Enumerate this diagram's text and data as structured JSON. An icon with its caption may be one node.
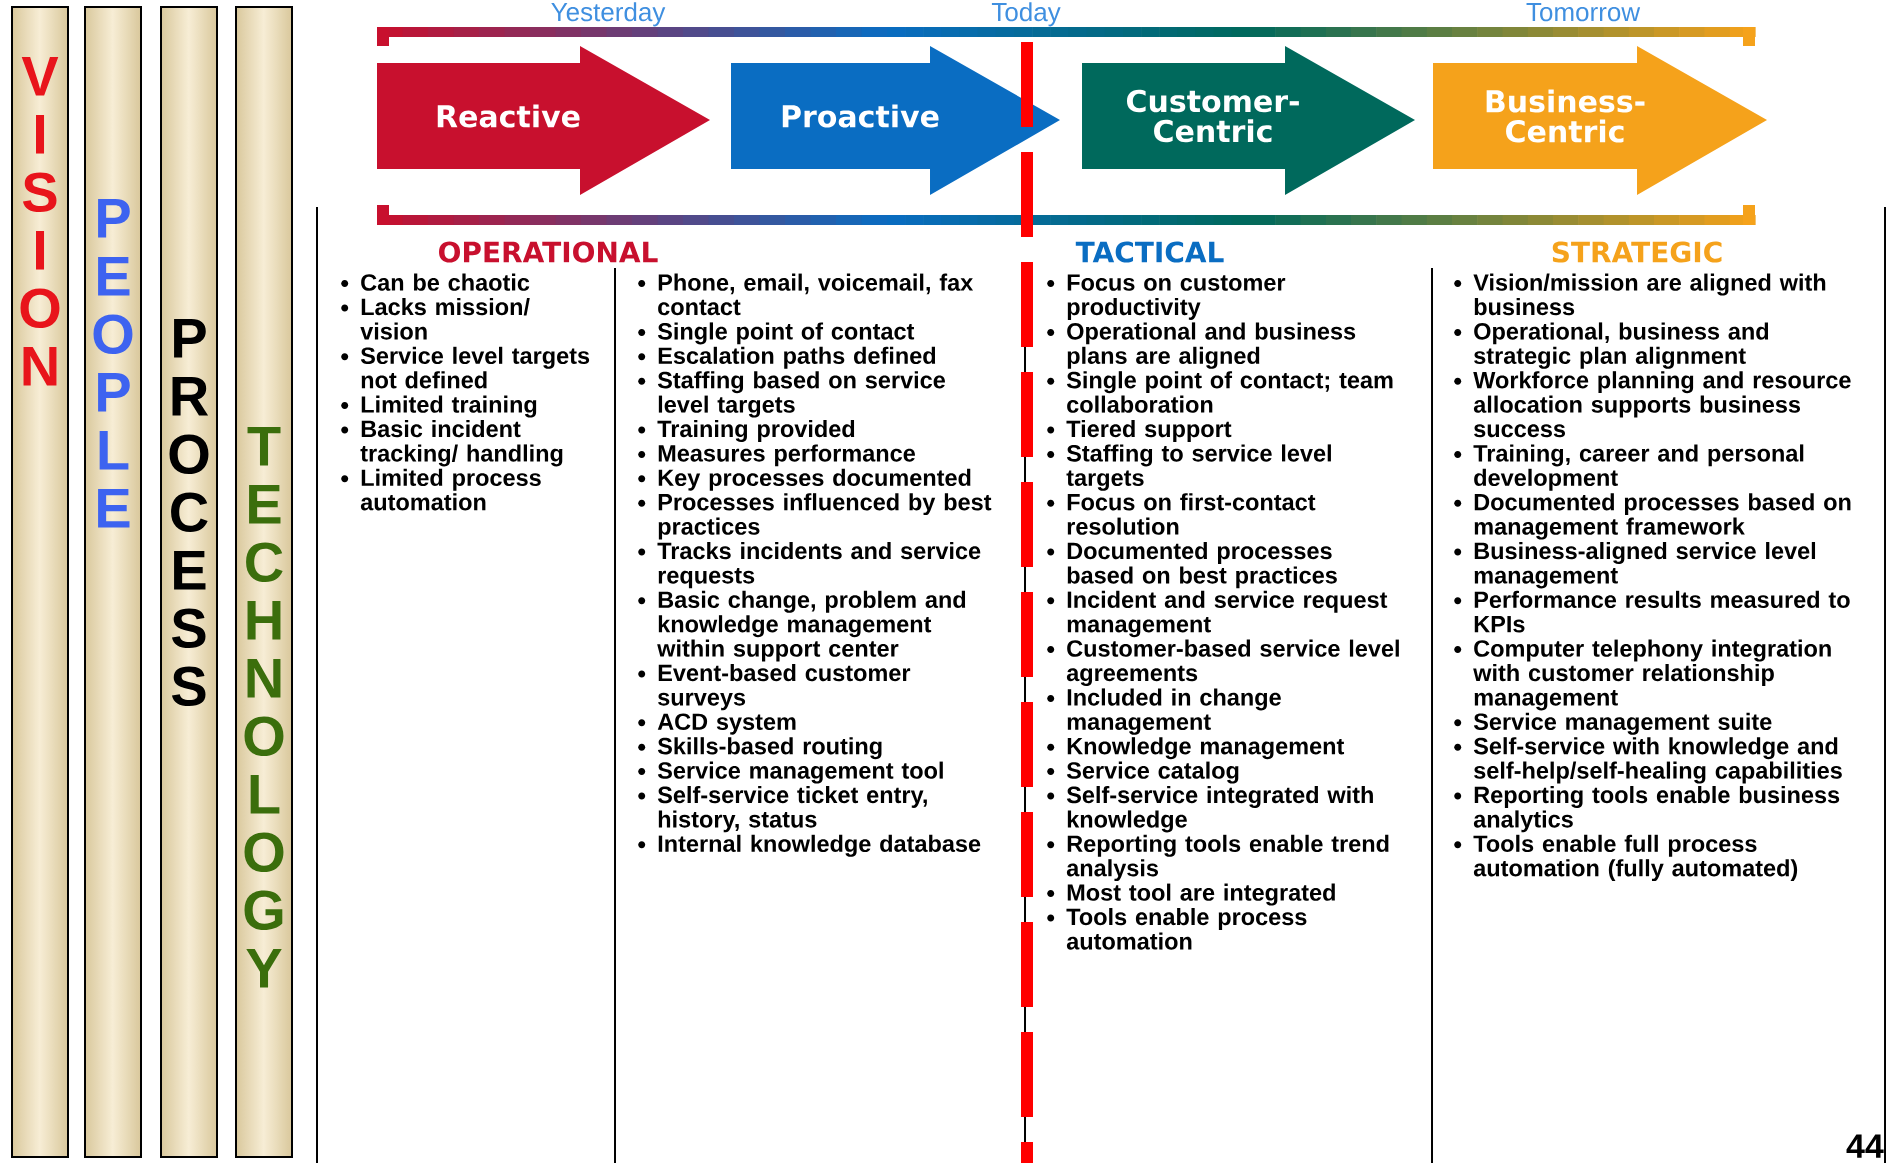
{
  "diagram": {
    "nodes": [
      {
        "text": [
          "VISION"
        ]
      },
      {
        "text": [
          "PEOPLE"
        ]
      },
      {
        "text": [
          "PROCESS"
        ]
      },
      {
        "text": [
          "TECHNOLOGY"
        ]
      },
      {
        "text": [
          "Reactive"
        ]
      },
      {
        "text": [
          "Proactive"
        ]
      },
      {
        "text": [
          "Customer-Centric"
        ]
      },
      {
        "text": [
          "Business-Centric"
        ]
      }
    ],
    "labels": [
      "Yesterday",
      "Today",
      "Tomorrow",
      "OPERATIONAL",
      "TACTICAL",
      "STRATEGIC",
      "Can be chaotic",
      "Lacks mission/ vision",
      "Service level targets not defined",
      "Limited training",
      "Basic incident tracking/ handling",
      "Limited process automation",
      "Phone, email, voicemail, fax contact",
      "Single point of contact",
      "Escalation paths defined",
      "Staffing based on service level targets",
      "Training provided",
      "Measures performance",
      "Key processes documented",
      "Processes influenced by best practices",
      "Tracks incidents and service requests",
      "Basic change, problem and knowledge management within support center",
      "Event-based customer surveys",
      "ACD system",
      "Skills-based routing",
      "Service management tool",
      "Self-service ticket entry, history, status",
      "Internal knowledge database",
      "Focus on customer productivity",
      "Operational and business plans are aligned",
      "Single point of contact; team collaboration",
      "Tiered support",
      "Staffing to service level targets",
      "Focus on first-contact resolution",
      "Documented processes based on best practices",
      "Incident and service request management",
      "Customer-based service level agreements",
      "Included in change management",
      "Knowledge management",
      "Service catalog",
      "Self-service integrated with knowledge",
      "Reporting tools enable trend analysis",
      "Most tool are integrated",
      "Tools enable process automation",
      "Vision/mission are aligned with business",
      "Operational, business and strategic plan alignment",
      "Workforce planning and resource allocation supports business success",
      "Training, career and personal development",
      "Documented processes based on management framework",
      "Business-aligned service level management",
      "Performance results measured to KPIs",
      "Computer telephony integration with customer relationship management",
      "Service management suite",
      "Self-service with knowledge and self-help/self-healing capabilities",
      "Reporting tools enable business analytics",
      "Tools enable full process automation (fully automated)",
      "44"
    ]
  }
}
